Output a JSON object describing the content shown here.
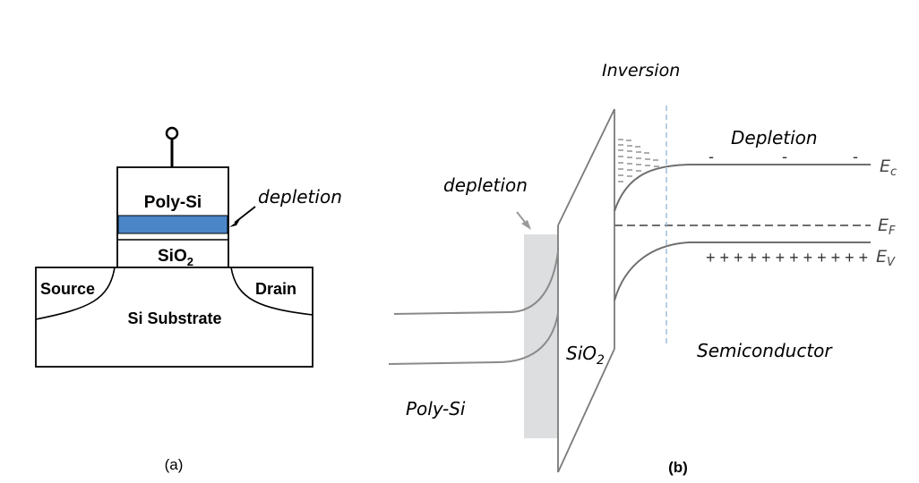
{
  "panel_a": {
    "caption": "(a)",
    "labels": {
      "gate": "Poly-Si",
      "depletion": "depletion",
      "oxide": "SiO",
      "oxide_sub": "2",
      "source": "Source",
      "drain": "Drain",
      "substrate": "Si Substrate"
    },
    "colors": {
      "depletion_layer": "#4a86c8",
      "outline": "#000000"
    }
  },
  "panel_b": {
    "caption": "(b)",
    "labels": {
      "inversion": "Inversion",
      "depletion_right": "Depletion",
      "depletion_left": "depletion",
      "oxide": "SiO",
      "oxide_sub": "2",
      "semiconductor": "Semiconductor",
      "poly": "Poly-Si",
      "ec": "E",
      "ec_sub": "c",
      "ef": "E",
      "ef_sub": "F",
      "ev": "E",
      "ev_sub": "V",
      "minus_signs": [
        "-",
        "-",
        "-"
      ],
      "plus_signs": "+ + + + + + + + + + + +"
    },
    "colors": {
      "band": "#808080",
      "depletion_region": "#dcdee0",
      "boundary": "#9ab8d8"
    }
  }
}
